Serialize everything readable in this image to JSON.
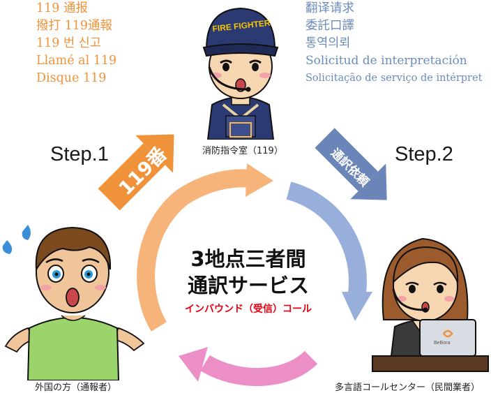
{
  "report_phrases": [
    "119 通报",
    "撥打 119通報",
    "119 번 신고",
    "Llamé al 119",
    "Disque 119"
  ],
  "interpretation_phrases": [
    "翻译请求",
    "委託口譯",
    "통역의뢰",
    "Solicitud de interpretación",
    "Solicitação de serviço de intérpret"
  ],
  "steps": {
    "step1": "Step.1",
    "step2": "Step.2"
  },
  "arrows": {
    "arrow1": "119番",
    "arrow2": "通訳依頼"
  },
  "captions": {
    "dispatch": "消防指令室（119）",
    "foreigner": "外国の方（通報者）",
    "call_center": "多言語コールセンター（民間業者）"
  },
  "firefighter_cap": "FIRE FIGHTER",
  "center": {
    "title_line1": "3地点三者間",
    "title_line2": "通訳サービス",
    "subtitle": "インバウンド（受信）コール"
  },
  "laptop_logo": "BeBora",
  "colors": {
    "orange": "#f0923a",
    "blue_text": "#6c8bbd",
    "blue_arrow": "#8ea6d2",
    "pink_arrow": "#e88fc0",
    "red_subtitle": "#e60012",
    "shirt_green": "#9bd46a",
    "uniform_navy": "#2c3a73"
  }
}
